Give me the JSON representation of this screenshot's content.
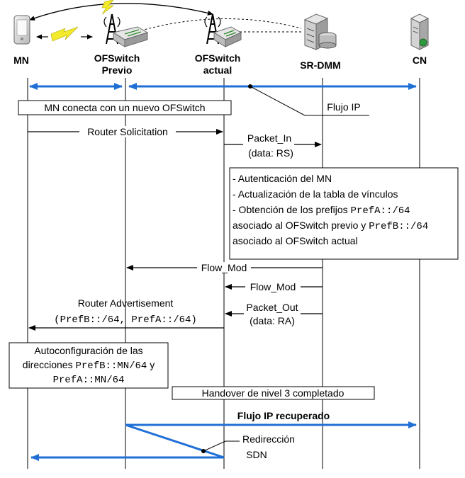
{
  "nodes": {
    "mn": "MN",
    "ofs_prev_line1": "OFSwitch",
    "ofs_prev_line2": "Previo",
    "ofs_act_line1": "OFSwitch",
    "ofs_act_line2": "actual",
    "srdmm": "SR-DMM",
    "cn": "CN"
  },
  "notes": {
    "mn_connects": "MN conecta con un nuevo OFSwitch",
    "flujo_ip": "Flujo IP",
    "router_solicitation": "Router Solicitation",
    "packet_in_line1": "Packet_In",
    "packet_in_line2": "(data: RS)",
    "auth_line1": "- Autenticación del MN",
    "auth_line2": "- Actualización de la tabla de vínculos",
    "auth_line3_a": "- Obtención de los prefijos ",
    "auth_line3_b": "PrefA::/64",
    "auth_line4_a": "asociado al OFSwitch previo y ",
    "auth_line4_b": "PrefB::/64",
    "auth_line5": "asociado al OFSwitch actual",
    "flow_mod_1": "Flow_Mod",
    "flow_mod_2": "Flow_Mod",
    "router_adv_line1": "Router Advertisement",
    "router_adv_line2": "(PrefB::/64, PrefA::/64)",
    "packet_out_line1": "Packet_Out",
    "packet_out_line2": "(data: RA)",
    "autoconf_line1": "Autoconfiguración de las",
    "autoconf_line2_a": "direcciones ",
    "autoconf_line2_b": "PrefB::MN/64",
    "autoconf_line2_c": " y",
    "autoconf_line3": "PrefA::MN/64",
    "handover": "Handover de nivel 3 completado",
    "flujo_recuperado": "Flujo IP recuperado",
    "redireccion_line1": "Redirección",
    "redireccion_line2": "SDN"
  },
  "colors": {
    "blue": "#1f6fd6",
    "lightning": "#f2ea2a",
    "line": "#000000"
  }
}
